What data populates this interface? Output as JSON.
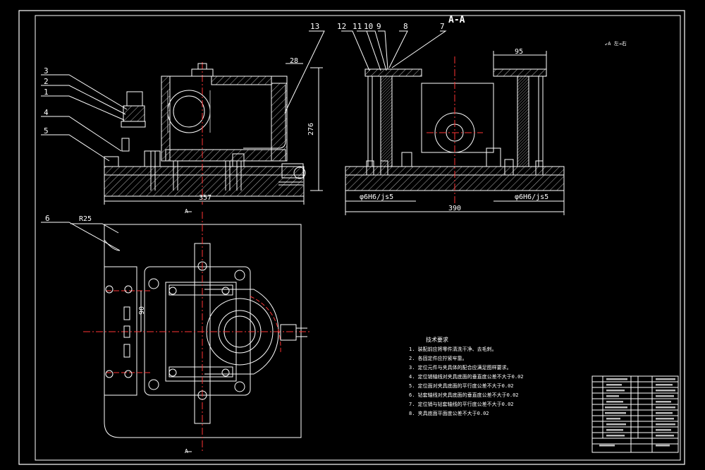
{
  "colors": {
    "background": "#000000",
    "line": "#ffffff",
    "hatch": "#b5b5b5",
    "center_line": "#ff3333",
    "bolt": "#ffffff"
  },
  "section_title": "A-A",
  "section_mark": "A",
  "top_note": "↙A  左→右",
  "part_numbers": [
    "1",
    "2",
    "3",
    "4",
    "5",
    "6",
    "7",
    "8",
    "9",
    "10",
    "11",
    "12",
    "13"
  ],
  "dimensions": {
    "front_width": "357",
    "front_height": "276",
    "front_top": "28",
    "section_width": "390",
    "section_top": "95",
    "fit_left": "φ6H6/js5",
    "fit_right": "φ6H6/js5",
    "radius": "R25",
    "plan_offset": "90"
  },
  "tech_requirements": {
    "title": "技术要求",
    "items": [
      "1. 装配前应将零件清洗干净、去毛刺。",
      "2. 各固定件应拧紧牢靠。",
      "3. 定位元件与夹具体的配合应满足图样要求。",
      "4. 定位销轴线对夹具底面的垂直度公差不大于0.02",
      "5. 定位面对夹具底面的平行度公差不大于0.02",
      "6. 钻套轴线对夹具底面的垂直度公差不大于0.02",
      "7. 定位销与钻套轴线的平行度公差不大于0.02",
      "8. 夹具底面平面度公差不大于0.02"
    ]
  }
}
